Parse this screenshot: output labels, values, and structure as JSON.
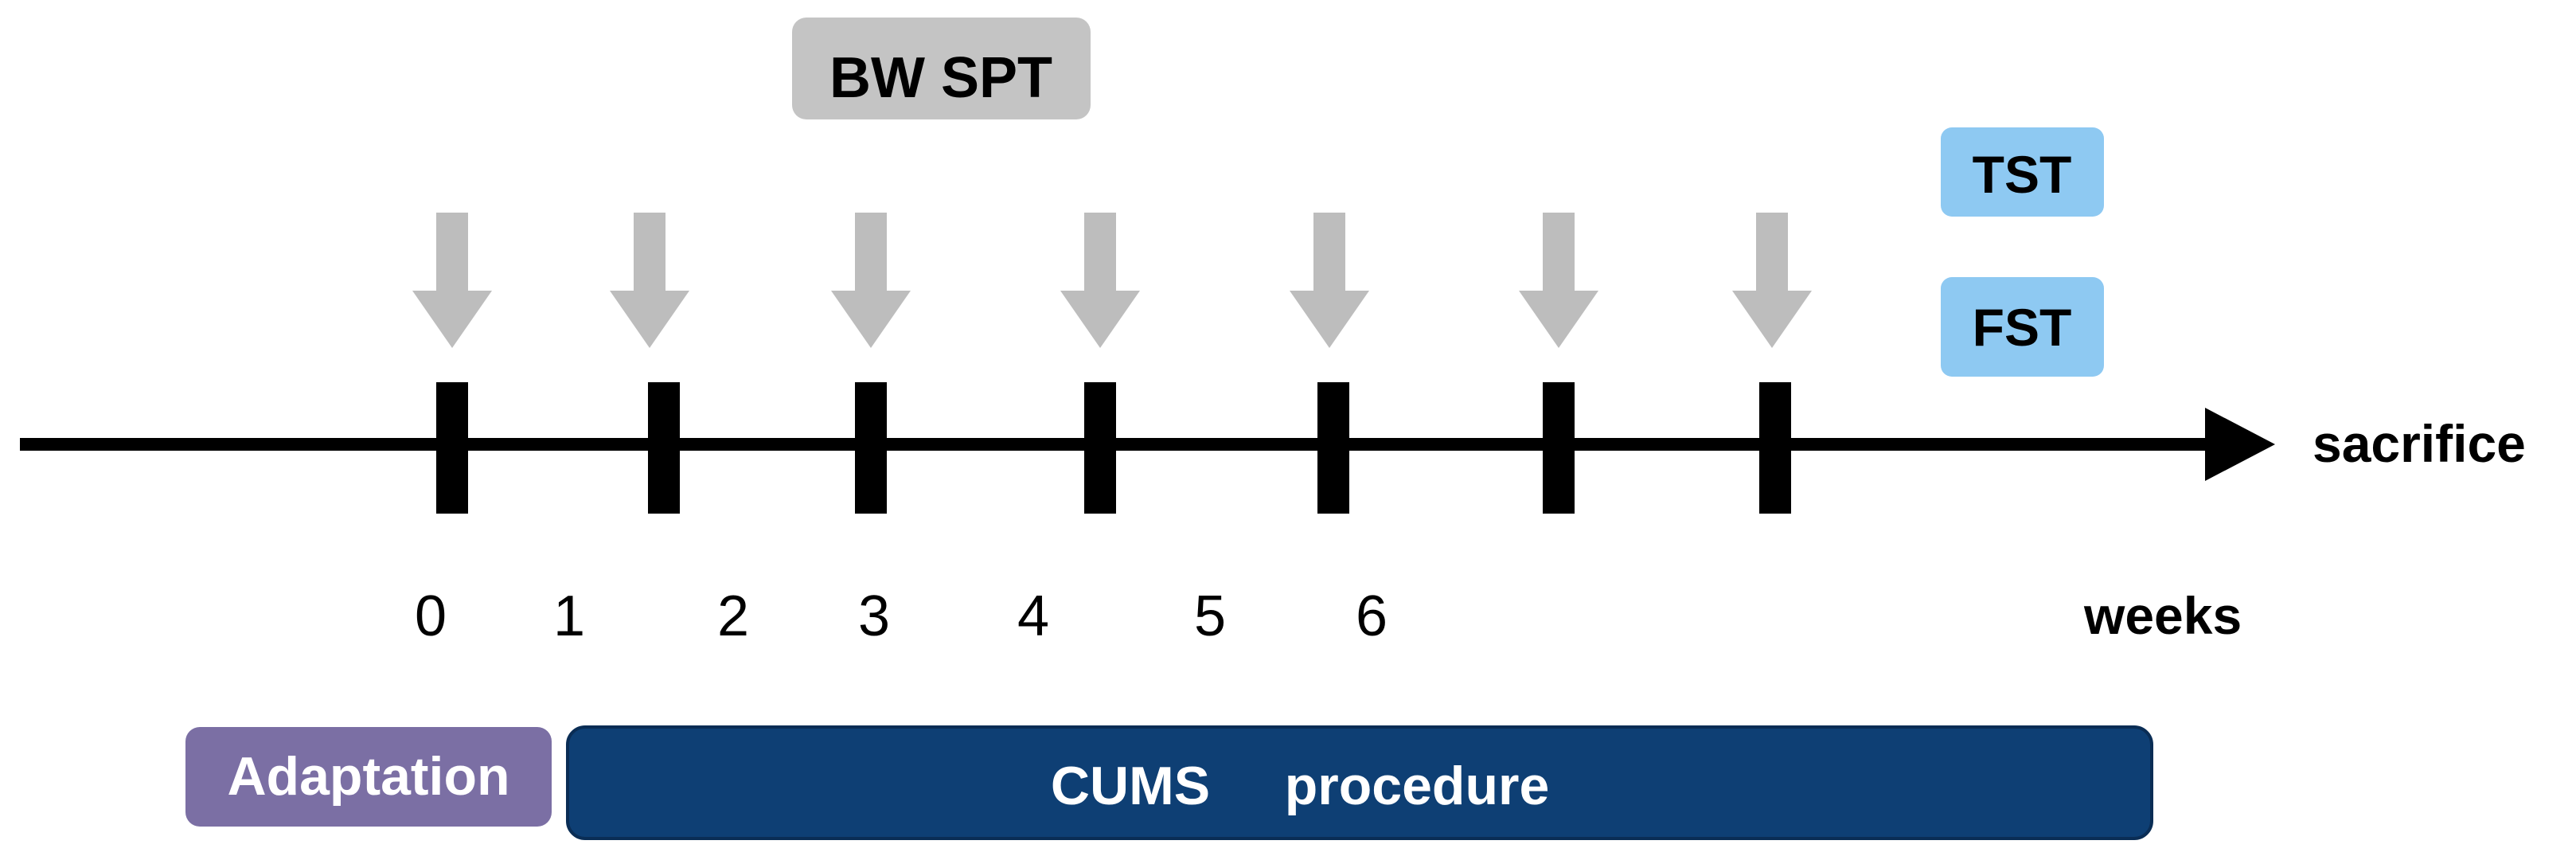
{
  "top_label": "BW SPT",
  "right_labels": {
    "tst": "TST",
    "fst": "FST"
  },
  "timeline_end_label": "sacrifice",
  "ticks": [
    "0",
    "1",
    "2",
    "3",
    "4",
    "5",
    "6"
  ],
  "units_label": "weeks",
  "phases": {
    "adaptation": "Adaptation",
    "cums_a": "CUMS",
    "cums_b": "procedure"
  },
  "colors": {
    "arrow": "#BDBDBD",
    "gray_box": "#C4C4C4",
    "blue_box": "#8EC9F2",
    "adaptation": "#7B6FA4",
    "cums": "#0E3F74",
    "line": "#000000"
  }
}
